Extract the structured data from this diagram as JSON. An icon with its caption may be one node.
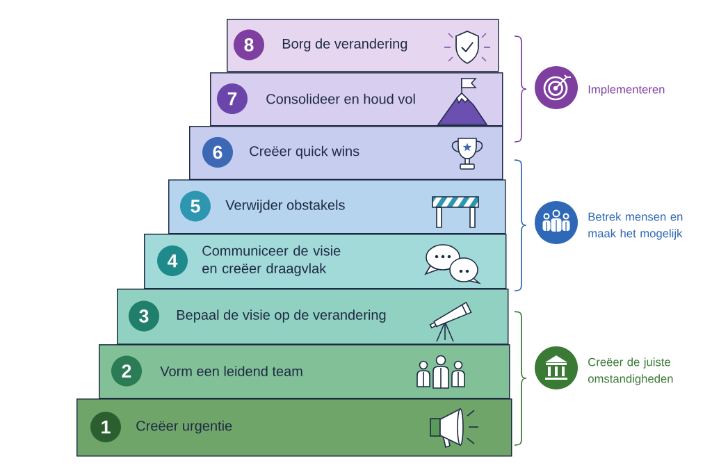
{
  "diagram": {
    "nodes": [
      {
        "text": [
          "Borg de verandering"
        ]
      },
      {
        "text": [
          "8"
        ],
        "in": 0
      },
      {
        "text": [
          "Consolideer en houd vol"
        ]
      },
      {
        "text": [
          "7"
        ],
        "in": 2
      },
      {
        "text": [
          "Creëer quick wins"
        ]
      },
      {
        "text": [
          "6"
        ],
        "in": 4
      },
      {
        "text": [
          "Verwijder obstakels"
        ]
      },
      {
        "text": [
          "5"
        ],
        "in": 6
      },
      {
        "text": [
          "Communiceer de visie en creëer draagvlak"
        ]
      },
      {
        "text": [
          "4"
        ],
        "in": 8
      },
      {
        "text": [
          "Bepaal de visie op de verandering"
        ]
      },
      {
        "text": [
          "3"
        ],
        "in": 10
      },
      {
        "text": [
          "Vorm een leidend team"
        ]
      },
      {
        "text": [
          "2"
        ],
        "in": 12
      },
      {
        "text": [
          "Creëer urgentie"
        ]
      },
      {
        "text": [
          "1"
        ],
        "in": 14
      }
    ],
    "labels": [
      "Implementeren",
      "Betrek mensen en maak het mogelijk",
      "Creëer de juiste omstandigheden"
    ]
  }
}
